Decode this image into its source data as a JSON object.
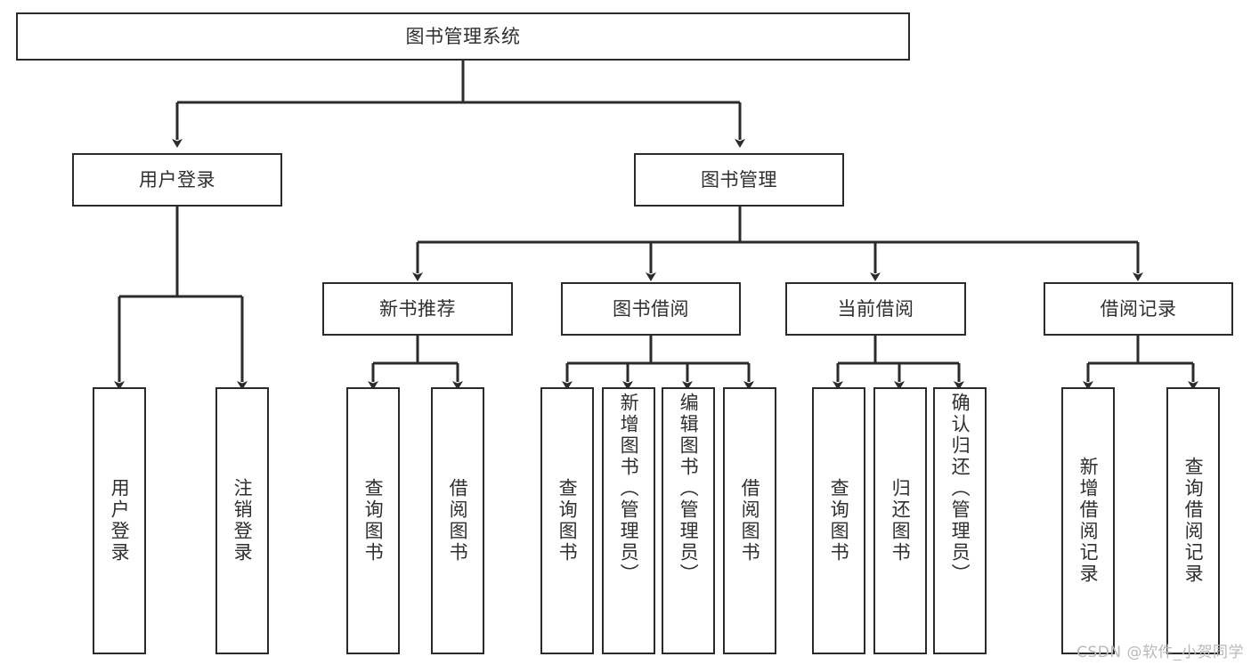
{
  "diagram": {
    "title": "图书管理系统",
    "type": "tree",
    "colors": {
      "stroke": "#2b2b2b",
      "fill": "#ffffff",
      "text": "#2f2f2f",
      "watermark": "#b9b9b9"
    },
    "root": {
      "label": "图书管理系统"
    },
    "level1": [
      {
        "label": "用户登录"
      },
      {
        "label": "图书管理"
      }
    ],
    "level2": [
      {
        "label": "新书推荐"
      },
      {
        "label": "图书借阅"
      },
      {
        "label": "当前借阅"
      },
      {
        "label": "借阅记录"
      }
    ],
    "leaves": {
      "user_login": [
        {
          "label": "用户登录"
        },
        {
          "label": "注销登录"
        }
      ],
      "new_book_recommend": [
        {
          "label": "查询图书"
        },
        {
          "label": "借阅图书"
        }
      ],
      "book_borrow": [
        {
          "label": "查询图书"
        },
        {
          "label": "新增图书（管理员）"
        },
        {
          "label": "编辑图书（管理员）"
        },
        {
          "label": "借阅图书"
        }
      ],
      "current_borrow": [
        {
          "label": "查询图书"
        },
        {
          "label": "归还图书"
        },
        {
          "label": "确认归还（管理员）"
        }
      ],
      "borrow_record": [
        {
          "label": "新增借阅记录"
        },
        {
          "label": "查询借阅记录"
        }
      ]
    }
  },
  "watermark": {
    "text": "CSDN @软件_小贺同学"
  }
}
